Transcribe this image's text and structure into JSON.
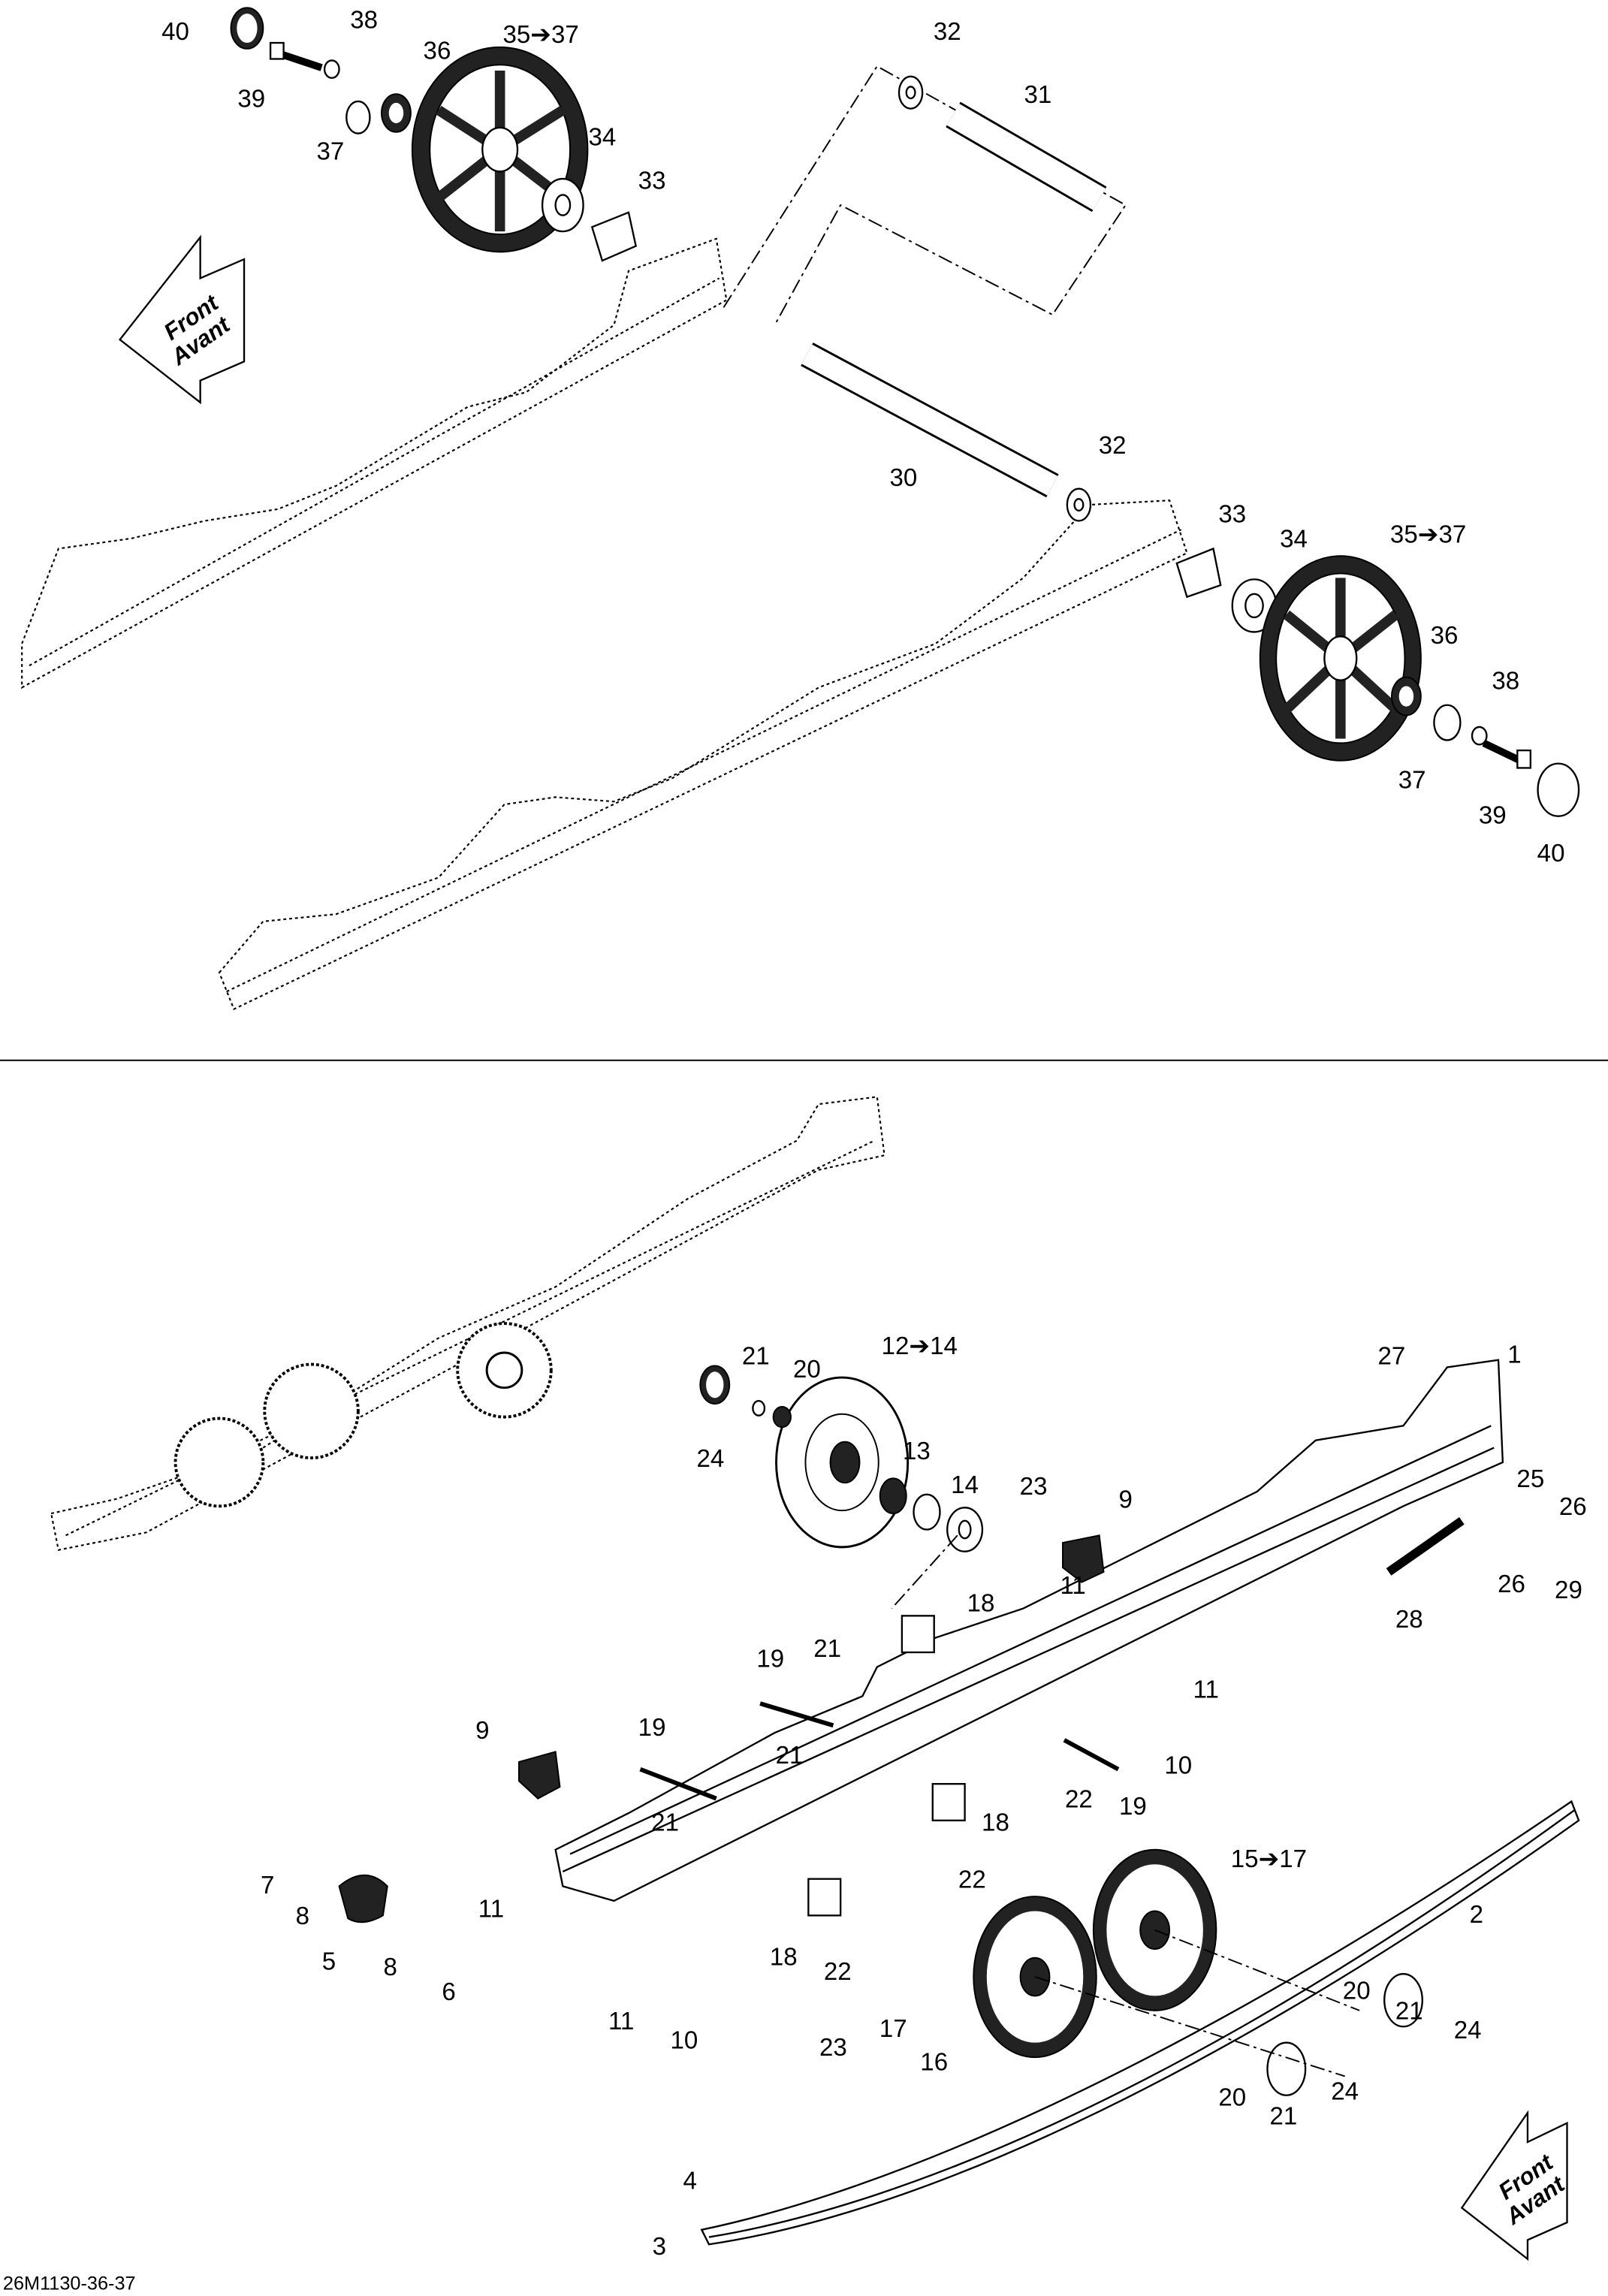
{
  "diagram": {
    "reference_code": "26M1130-36-37",
    "front_arrow": {
      "line1": "Front",
      "line2": "Avant"
    },
    "labels": [
      "40",
      "39",
      "38",
      "37",
      "36",
      "35➔37",
      "34",
      "33",
      "32",
      "31",
      "30",
      "32",
      "33",
      "34",
      "35➔37",
      "36",
      "38",
      "37",
      "39",
      "40",
      "27",
      "1",
      "24",
      "21",
      "20",
      "12➔14",
      "13",
      "14",
      "23",
      "9",
      "25",
      "26",
      "26",
      "29",
      "28",
      "11",
      "18",
      "21",
      "19",
      "11",
      "10",
      "9",
      "19",
      "21",
      "22",
      "19",
      "18",
      "21",
      "22",
      "15➔17",
      "7",
      "8",
      "11",
      "2",
      "5",
      "8",
      "6",
      "11",
      "10",
      "18",
      "22",
      "23",
      "17",
      "16",
      "20",
      "21",
      "24",
      "20",
      "21",
      "24",
      "4",
      "3"
    ]
  }
}
